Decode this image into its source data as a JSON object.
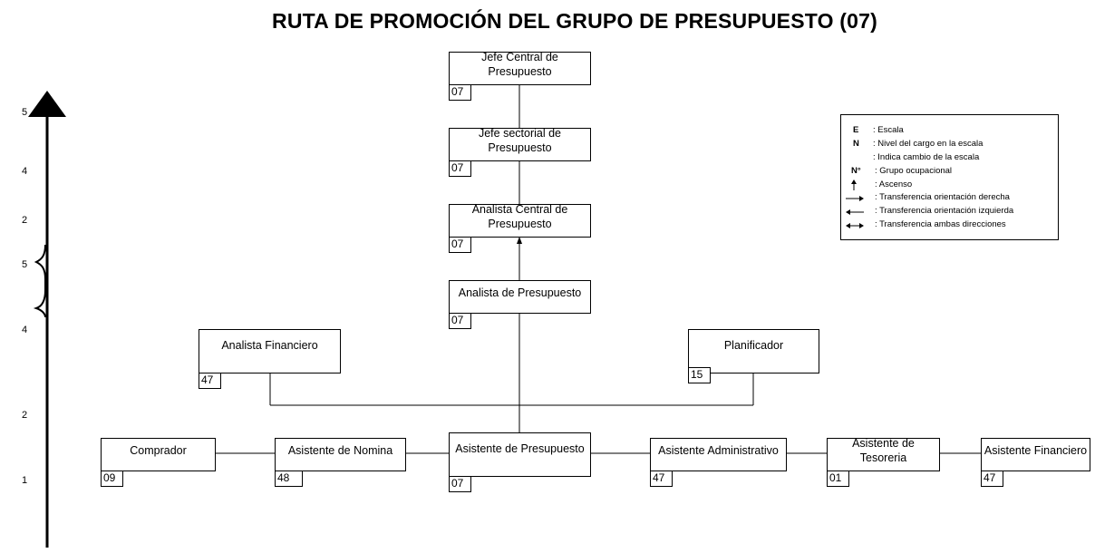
{
  "title": "RUTA DE PROMOCIÓN DEL GRUPO DE PRESUPUESTO (07)",
  "scale_numbers": [
    "5",
    "4",
    "2",
    "5",
    "4",
    "2",
    "1"
  ],
  "positions": {
    "jefe_central": {
      "label": "Jefe Central de Presupuesto",
      "code": "07"
    },
    "jefe_sectorial": {
      "label": "Jefe sectorial de Presupuesto",
      "code": "07"
    },
    "analista_central": {
      "label": "Analista Central de Presupuesto",
      "code": "07"
    },
    "analista_presupuesto": {
      "label": "Analista de Presupuesto",
      "code": "07"
    },
    "analista_financiero": {
      "label": "Analista Financiero",
      "code": "47"
    },
    "planificador": {
      "label": "Planificador",
      "code": "15"
    },
    "comprador": {
      "label": "Comprador",
      "code": "09"
    },
    "asistente_nomina": {
      "label": "Asistente de Nomina",
      "code": "48"
    },
    "asistente_presupuesto": {
      "label": "Asistente de Presupuesto",
      "code": "07"
    },
    "asistente_administrativo": {
      "label": "Asistente Administrativo",
      "code": "47"
    },
    "asistente_tesoreria": {
      "label": "Asistente de Tesoreria",
      "code": "01"
    },
    "asistente_financiero": {
      "label": "Asistente Financiero",
      "code": "47"
    }
  },
  "legend": {
    "rows": [
      {
        "key": "E",
        "text": ": Escala"
      },
      {
        "key": "N",
        "text": ": Nivel del cargo en la escala"
      },
      {
        "key": "",
        "text": ": Indica cambio de la escala"
      },
      {
        "key": "N°",
        "text": ": Grupo ocupacional"
      },
      {
        "key": "arrow-up-icon",
        "text": ": Ascenso"
      },
      {
        "key": "arrow-right-icon",
        "text": ": Transferencia orientación derecha"
      },
      {
        "key": "arrow-left-icon",
        "text": ": Transferencia orientación izquierda"
      },
      {
        "key": "arrow-both-icon",
        "text": ": Transferencia ambas direcciones"
      }
    ]
  }
}
